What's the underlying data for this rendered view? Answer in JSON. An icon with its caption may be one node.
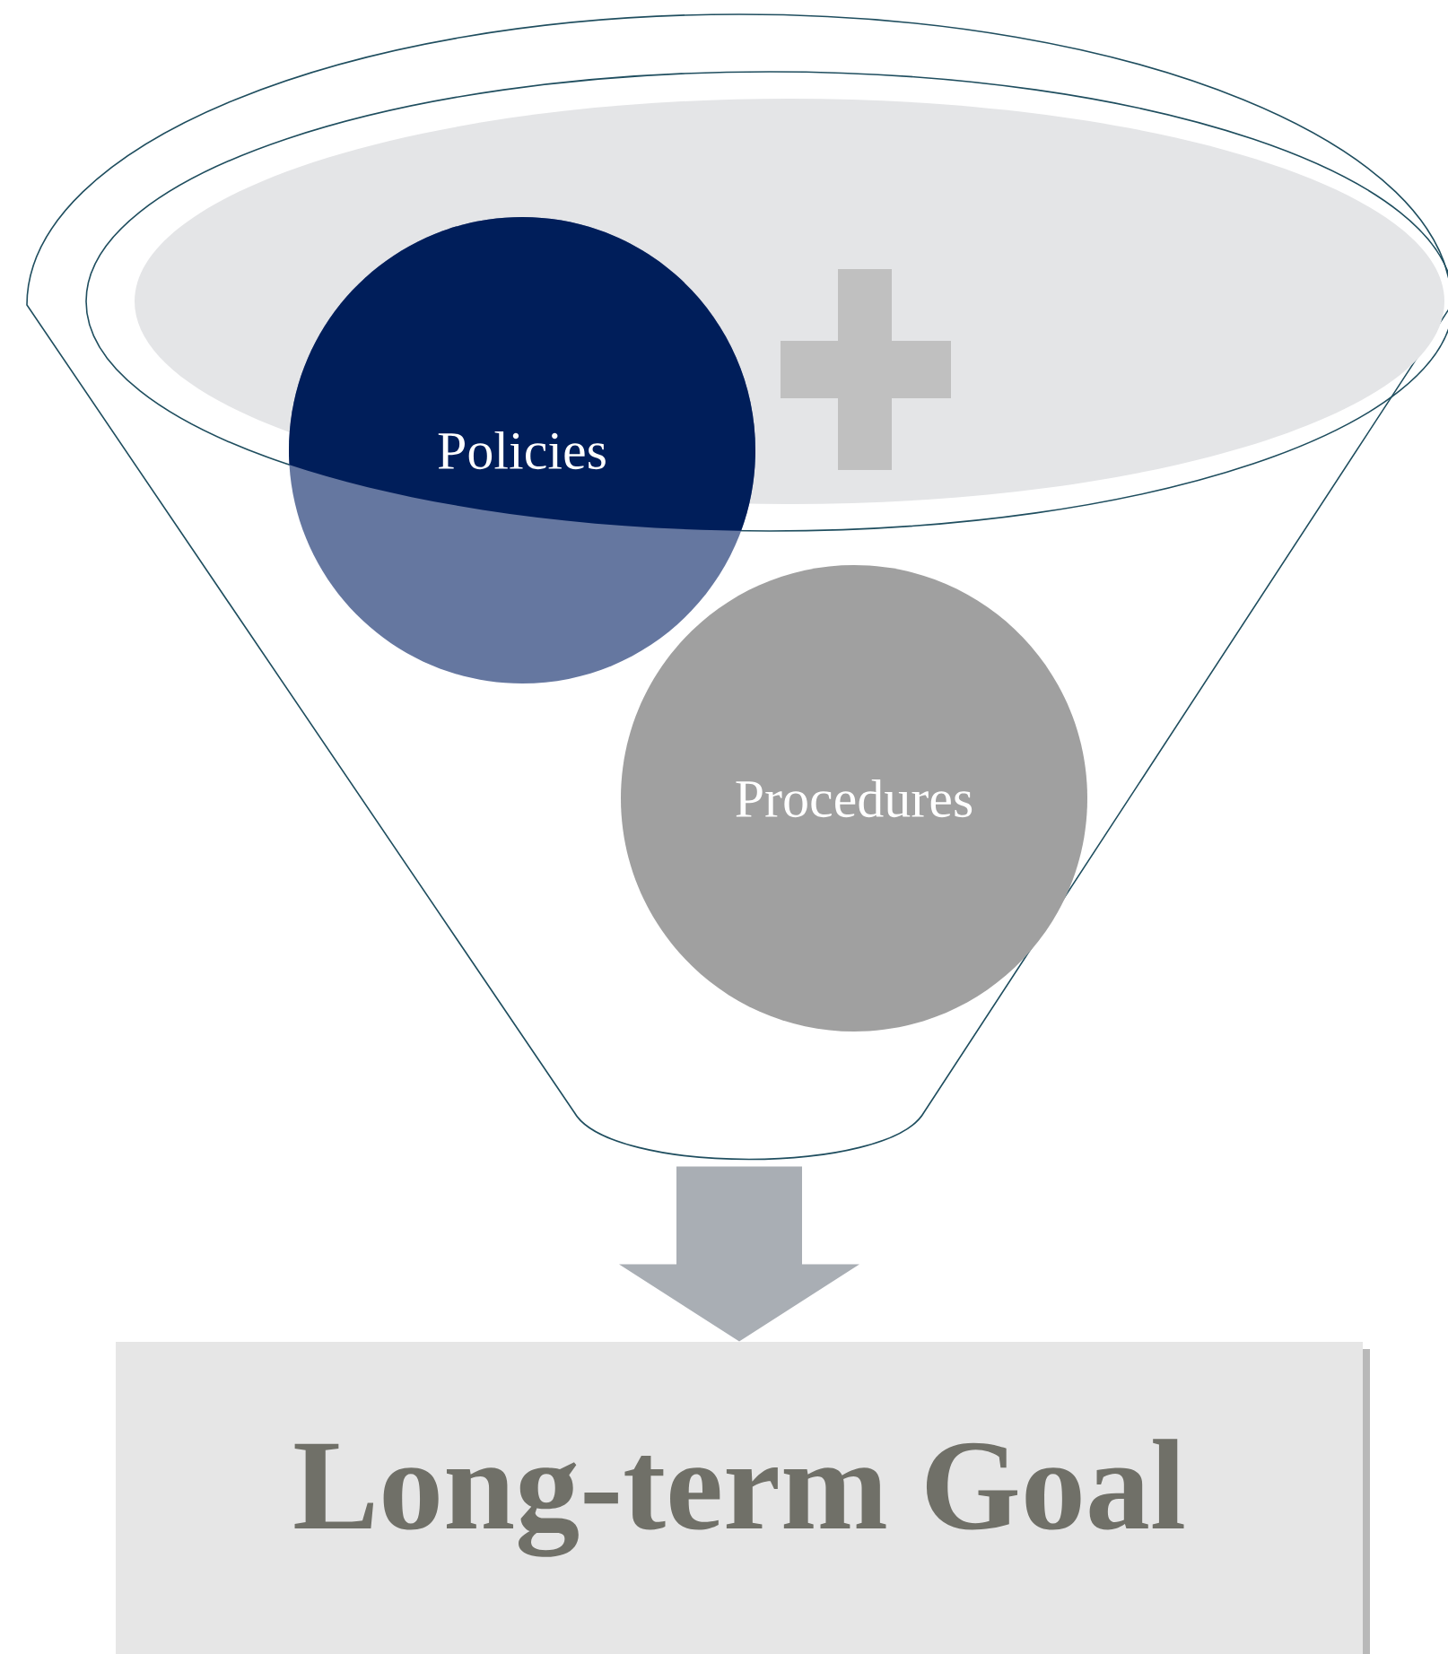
{
  "diagram": {
    "nodes": [
      {
        "text": [],
        "shape": "funnel"
      },
      {
        "text": [
          "Policies"
        ],
        "in": 0
      },
      {
        "text": [
          "Procedures"
        ],
        "in": 0
      },
      {
        "text": [
          "Long-term Goal"
        ]
      }
    ],
    "edges": [
      {
        "from": 0,
        "to": 3,
        "arrow": "to",
        "style": "thick"
      }
    ]
  }
}
